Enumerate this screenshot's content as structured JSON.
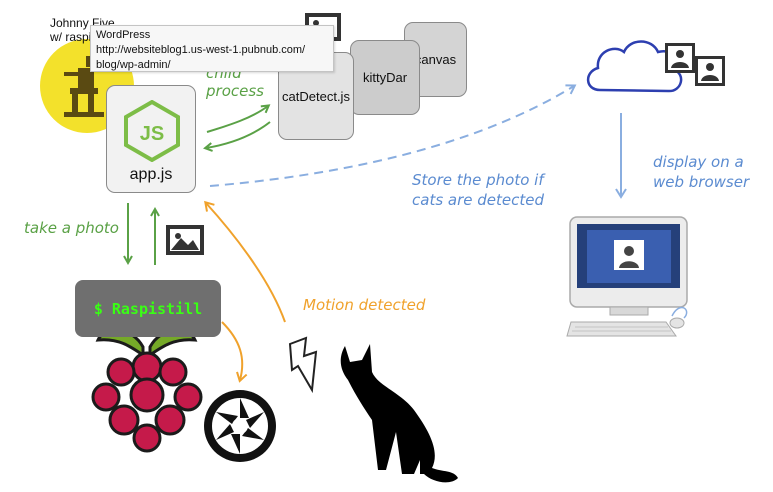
{
  "tooltip": {
    "title": "WordPress",
    "url_line1": "http://websiteblog1.us-west-1.pubnub.com/",
    "url_line2": "blog/wp-admin/"
  },
  "johnny": {
    "line1": "Johnny Five",
    "line2": "w/ raspi"
  },
  "child_process": {
    "line1": "child",
    "line2": "process"
  },
  "nodes": {
    "app": "app.js",
    "catdetect": "catDetect.js",
    "kittydar": "kittyDar",
    "canvas": "canvas"
  },
  "labels": {
    "take_photo": "take a photo",
    "raspistill": "$ Raspistill",
    "motion": "Motion detected",
    "store_line1": "Store the photo if",
    "store_line2": "cats are detected",
    "display_line1": "display on a",
    "display_line2": "web browser"
  },
  "colors": {
    "green": "#5aa146",
    "orange": "#f0a22c",
    "blue": "#8aaee0",
    "rpi_red": "#c51a4a",
    "rpi_leaf": "#75a928",
    "node_green": "#7dbd47",
    "terminal_text": "#39ff14"
  }
}
